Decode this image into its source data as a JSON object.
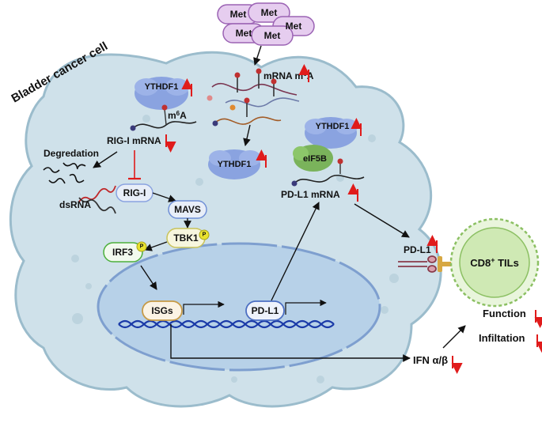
{
  "title": "Bladder cancer cell",
  "met_labels": [
    "Met",
    "Met",
    "Met",
    "Met",
    "Met"
  ],
  "mrna_m6a": {
    "prefix": "mRNA m",
    "sup": "6",
    "suffix": "A"
  },
  "ythdf1_label": "YTHDF1",
  "m6a_local": {
    "prefix": "m",
    "sup": "6",
    "suffix": "A"
  },
  "rig_i_mrna": "RIG-I mRNA",
  "degradation": "Degredation",
  "dsrna": "dsRNA",
  "rig_i": "RIG-I",
  "mavs": "MAVS",
  "tbk1": "TBK1",
  "irf3": "IRF3",
  "phospho": "P",
  "isgs": "ISGs",
  "pd_l1_gene": "PD-L1",
  "eif5b": "eIF5B",
  "pd_l1_mrna": "PD-L1 mRNA",
  "pd_l1_membrane": "PD-L1",
  "cd8_tils": {
    "prefix": "CD8",
    "sup": "+",
    "suffix": " TILs"
  },
  "function": "Function",
  "infiltration": "Infiltation",
  "ifn": "IFN α/β",
  "colors": {
    "cell_fill": "#cfe1ea",
    "cell_stroke": "#9bbccc",
    "nucleus_fill": "#b7d1e8",
    "nucleus_stroke": "#7e9fcf",
    "met_fill": "#e6cdef",
    "met_stroke": "#9b63b4",
    "protein": "#8aa3e0",
    "eif5b": "#7ab35b",
    "tcell": "#cfe9b4",
    "tcell_stroke": "#8cc063",
    "up_down_arrow": "#e01b1b",
    "dna": "#1a3aa8"
  }
}
